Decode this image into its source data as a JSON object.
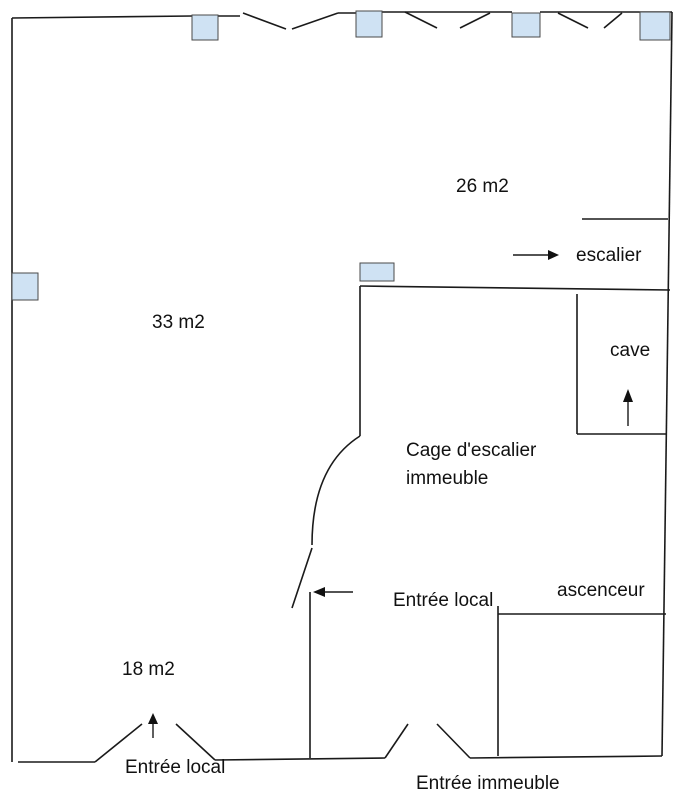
{
  "labels": {
    "area_top_right": "26 m2",
    "area_main": "33 m2",
    "area_bottom_left": "18 m2",
    "stairs": "escalier",
    "cellar": "cave",
    "stairwell_line1": "Cage d'escalier",
    "stairwell_line2": "immeuble",
    "shop_entrance_inner": "Entrée local",
    "elevator": "ascenceur",
    "shop_entrance_street": "Entrée local",
    "building_entrance": "Entrée immeuble"
  },
  "colors": {
    "window_fill": "#cfe2f3",
    "wall": "#1a1a1a"
  },
  "icons": {
    "arrow": "arrow-icon",
    "window": "window-icon"
  }
}
